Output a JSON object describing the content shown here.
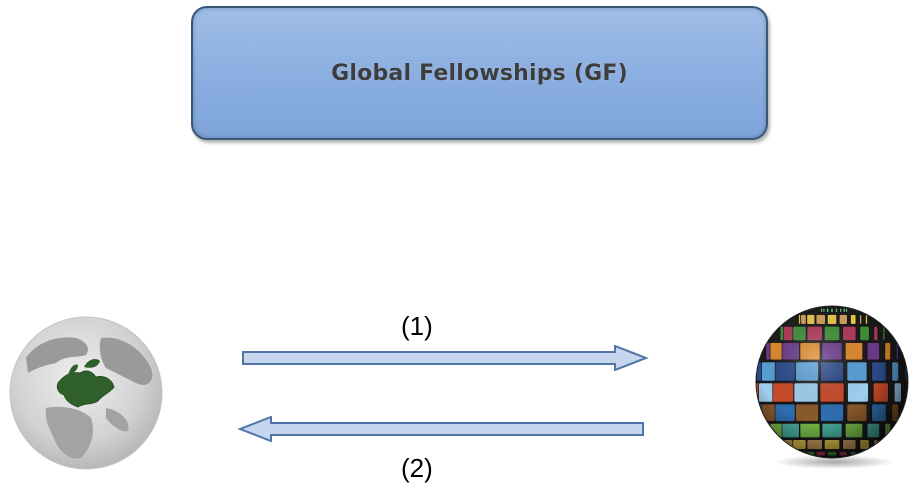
{
  "title": "Global Fellowships (GF)",
  "arrows": [
    {
      "label": "(1)",
      "direction": "right",
      "from": "europe-globe-icon",
      "to": "world-media-globe-icon"
    },
    {
      "label": "(2)",
      "direction": "left",
      "from": "world-media-globe-icon",
      "to": "europe-globe-icon"
    }
  ],
  "colors": {
    "title_fill": "#8aaee0",
    "title_border": "#3a5778",
    "arrow_fill": "#c6d6ee",
    "arrow_stroke": "#4f75a8",
    "europe": "#2f5f2a"
  }
}
